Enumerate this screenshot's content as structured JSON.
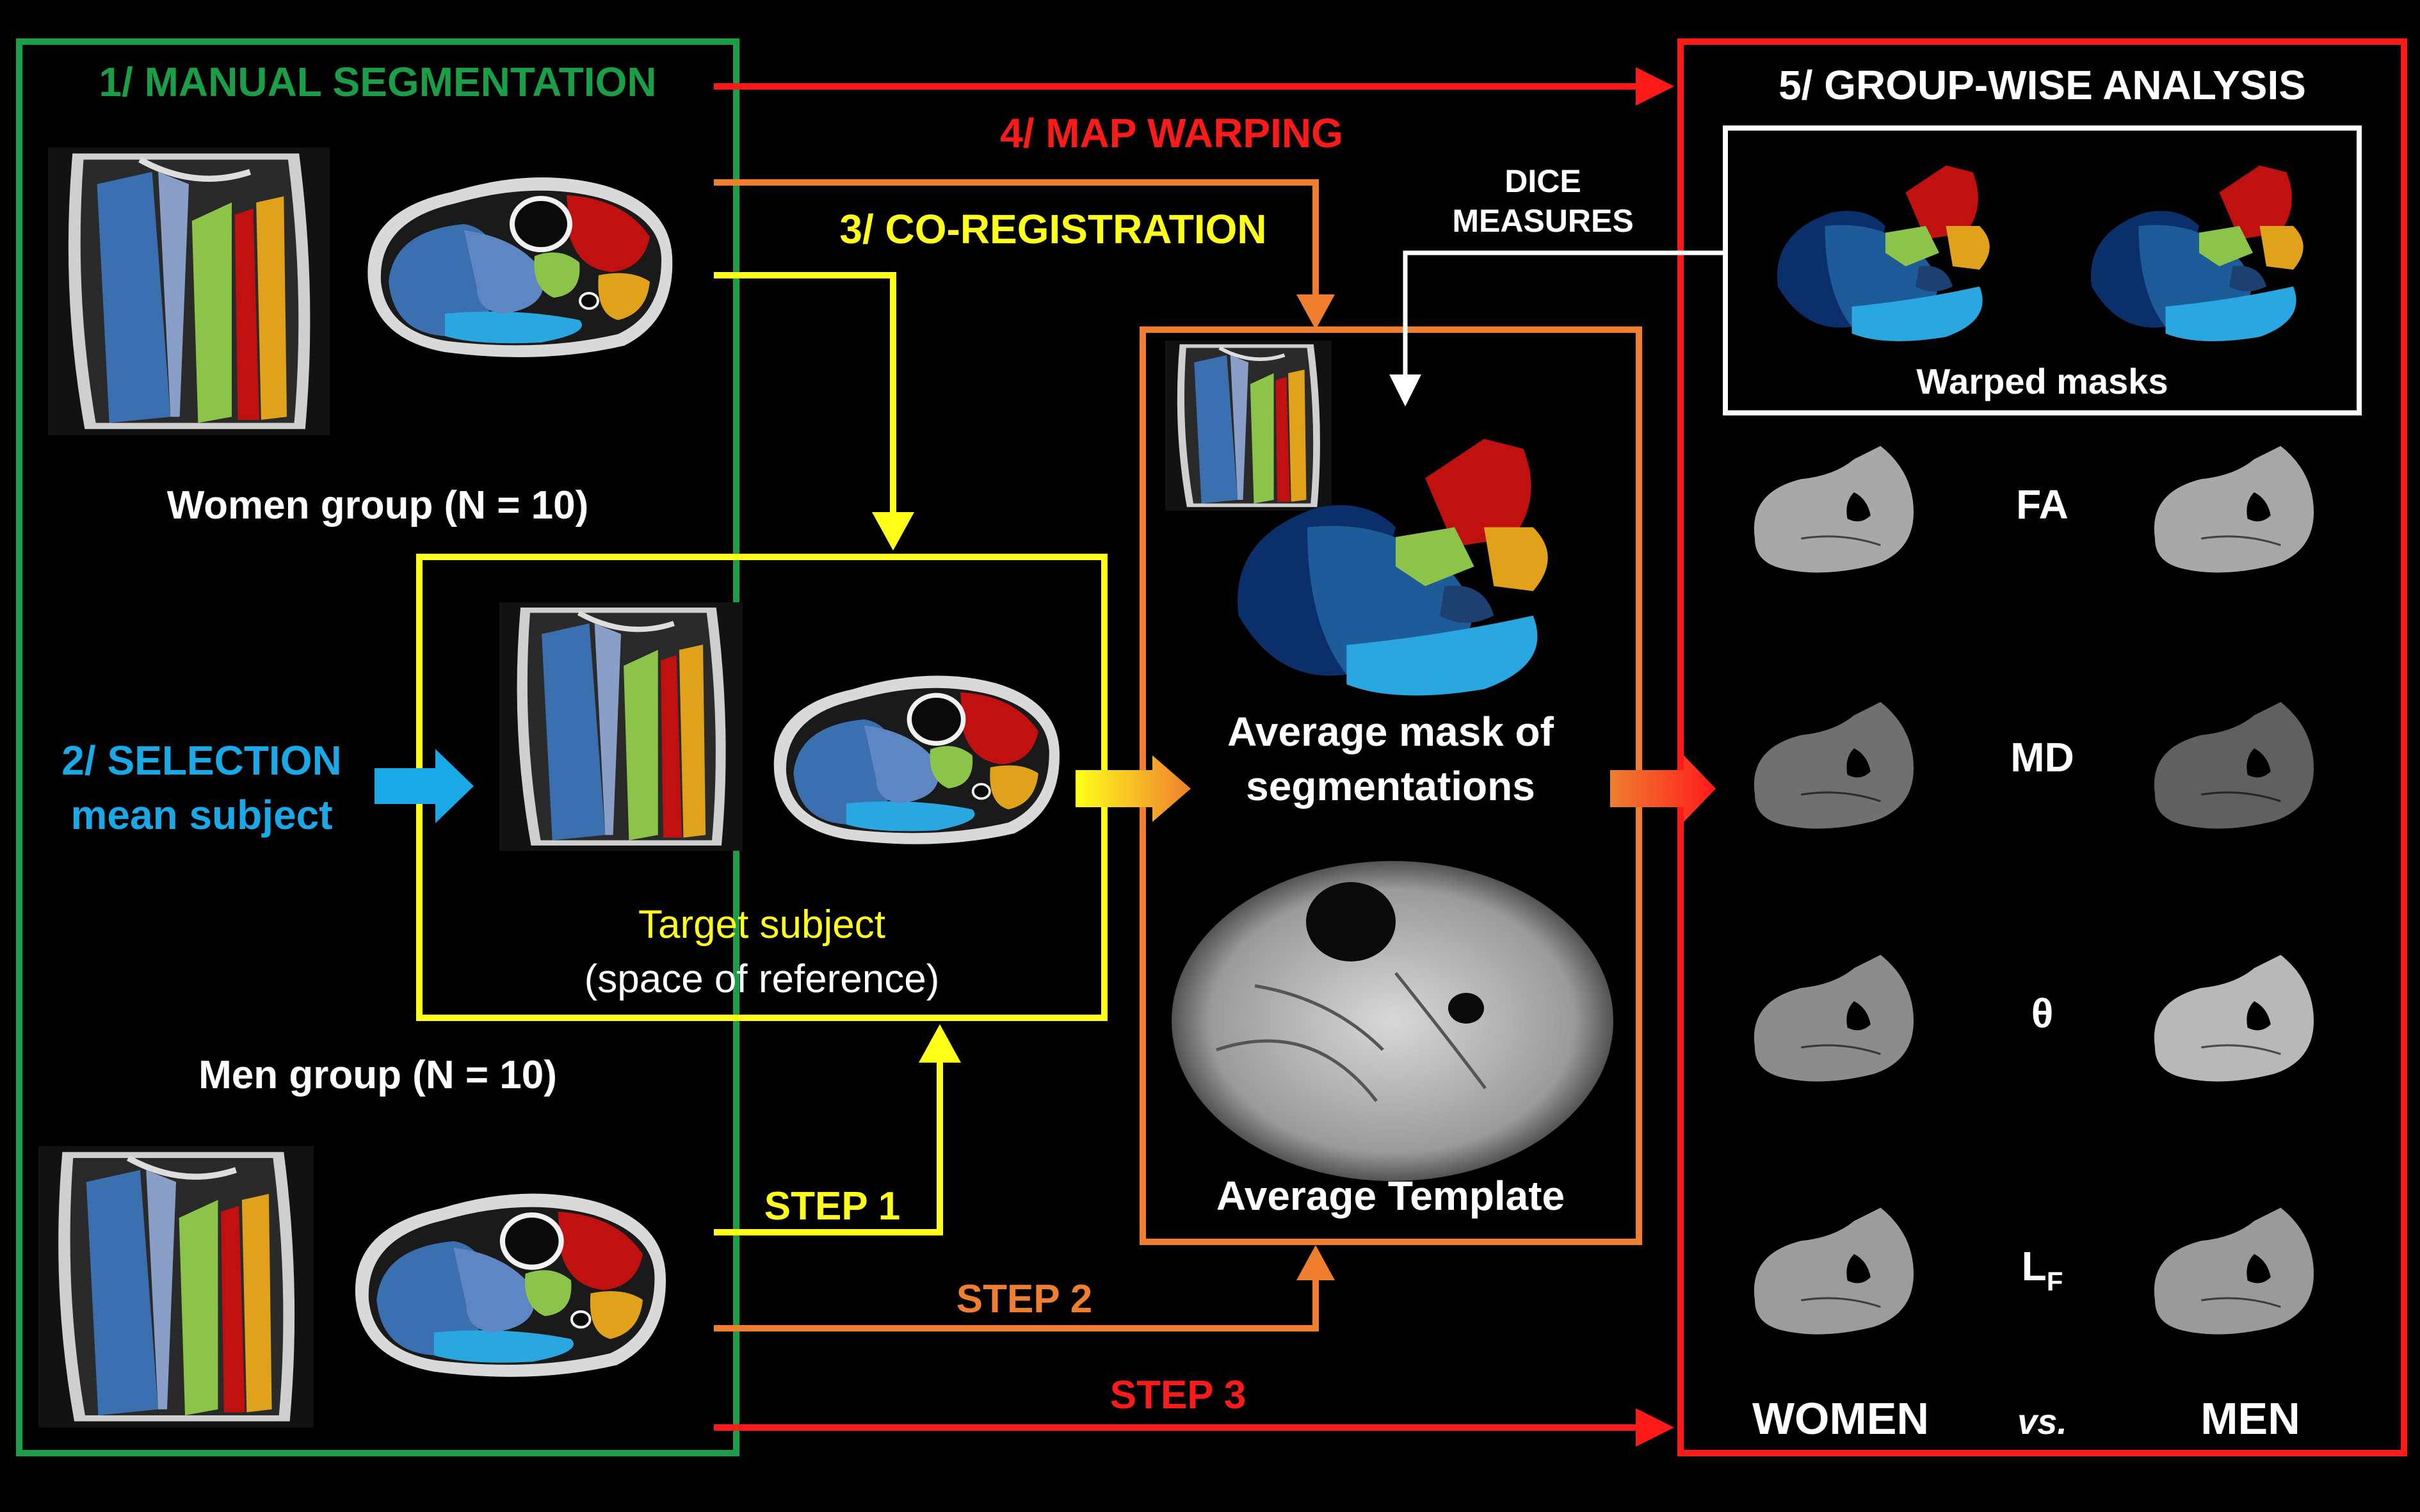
{
  "colors": {
    "green": "#1a9e48",
    "red": "#ff1a1a",
    "yellow": "#ffff1a",
    "orange": "#ef7f2e",
    "cyan": "#19a9e6",
    "white": "#ffffff",
    "muscle_blue": "#3a6fb0",
    "muscle_dark": "#0b2f6a",
    "muscle_light": "#2aa7e0",
    "muscle_mid": "#1d5c99",
    "muscle_red": "#c01010",
    "muscle_green": "#8cc44a",
    "muscle_gold": "#e0a21a"
  },
  "steps": {
    "manual_segmentation": "1/ MANUAL SEGMENTATION",
    "selection_line1": "2/ SELECTION",
    "selection_line2": "mean subject",
    "coregistration": "3/ CO-REGISTRATION",
    "map_warping": "4/ MAP WARPING",
    "group_analysis": "5/ GROUP-WISE ANALYSIS",
    "step1": "STEP 1",
    "step2": "STEP 2",
    "step3": "STEP 3"
  },
  "groups": {
    "women": "Women group (N = 10)",
    "men": "Men group (N = 10)"
  },
  "target": {
    "line1": "Target subject",
    "line2": "(space of reference)"
  },
  "average": {
    "mask_line1": "Average mask of",
    "mask_line2": "segmentations",
    "template": "Average Template"
  },
  "analysis": {
    "dice_line1": "DICE",
    "dice_line2": "MEASURES",
    "warped_masks": "Warped masks",
    "maps": [
      "FA",
      "MD",
      "θ",
      "L"
    ],
    "lf_subscript": "F",
    "women": "WOMEN",
    "vs": "vs.",
    "men": "MEN"
  }
}
